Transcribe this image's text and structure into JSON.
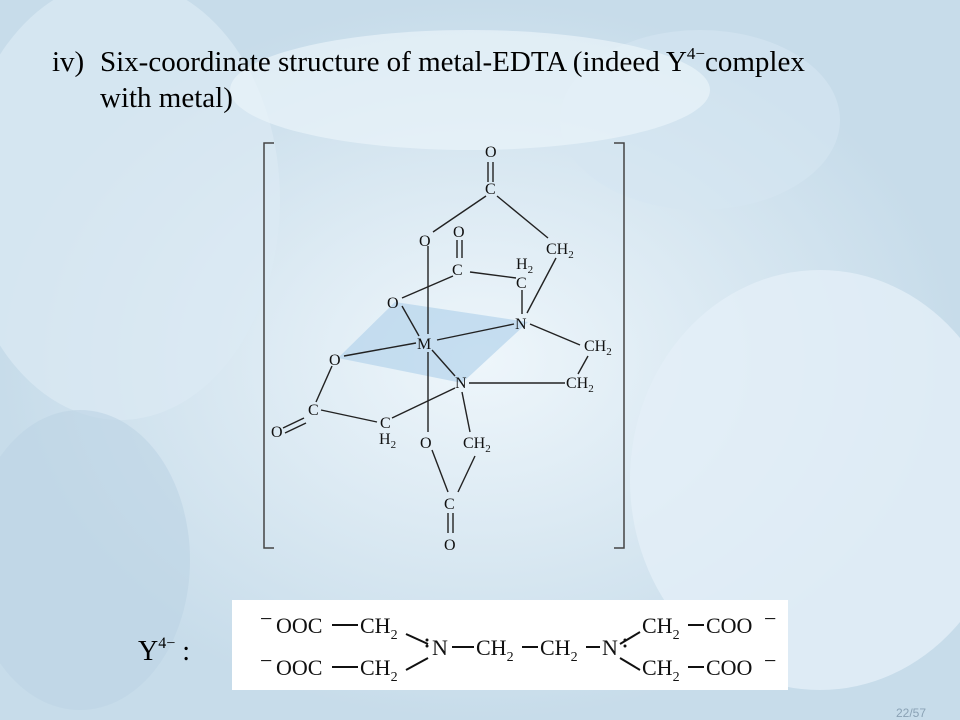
{
  "heading": {
    "number": "iv)",
    "text_before_sup": "Six-coordinate structure of metal-EDTA (indeed Y",
    "sup": "4−",
    "text_after_sup": "complex",
    "line2": "with metal)"
  },
  "structure": {
    "atoms": {
      "O": "O",
      "C": "C",
      "N": "N",
      "M": "M",
      "CH": "CH",
      "H": "H",
      "sub2": "2"
    }
  },
  "ylabel": {
    "symbol": "Y",
    "sup": "4−",
    "colon": ":"
  },
  "formula": {
    "minus": "−",
    "ooc": "OOC",
    "coo": "COO",
    "ch": "CH",
    "sub2": "2",
    "n": "N"
  },
  "page_number": "22/57"
}
